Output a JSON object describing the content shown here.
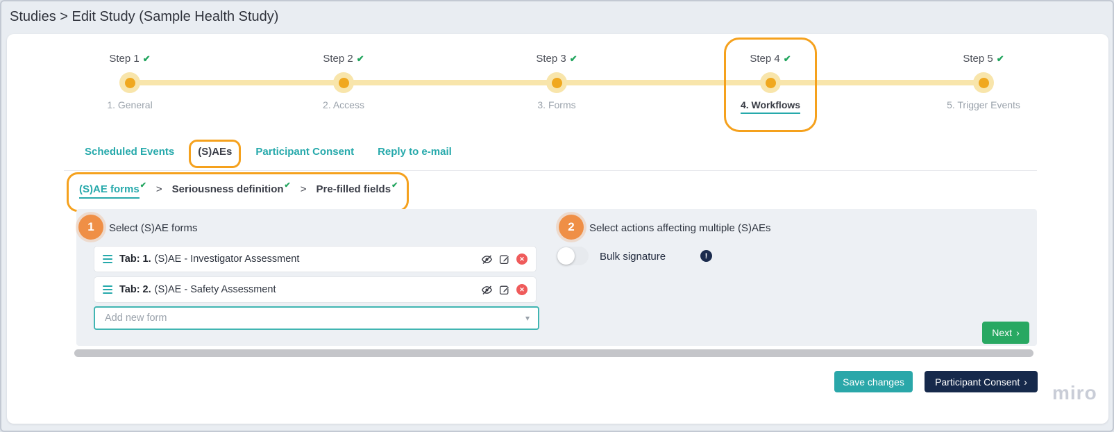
{
  "breadcrumb": {
    "text": "Studies > Edit Study (Sample Health Study)"
  },
  "stepper": {
    "steps": [
      {
        "label": "Step 1",
        "sublabel": "1. General"
      },
      {
        "label": "Step 2",
        "sublabel": "2. Access"
      },
      {
        "label": "Step 3",
        "sublabel": "3. Forms"
      },
      {
        "label": "Step 4",
        "sublabel": "4. Workflows"
      },
      {
        "label": "Step 5",
        "sublabel": "5. Trigger Events"
      }
    ],
    "active_step": "4. Workflows"
  },
  "tabs": {
    "items": [
      {
        "label": "Scheduled Events"
      },
      {
        "label": "(S)AEs"
      },
      {
        "label": "Participant Consent"
      },
      {
        "label": "Reply to e-mail"
      }
    ],
    "active": "(S)AEs"
  },
  "subnav": {
    "items": [
      {
        "label": "(S)AE forms"
      },
      {
        "label": "Seriousness definition"
      },
      {
        "label": "Pre-filled fields"
      }
    ],
    "active": "(S)AE forms"
  },
  "forms_section": {
    "badge": "1",
    "title": "Select (S)AE forms",
    "rows": [
      {
        "prefix": "Tab: 1.",
        "name": "(S)AE - Investigator Assessment"
      },
      {
        "prefix": "Tab: 2.",
        "name": "(S)AE - Safety Assessment"
      }
    ],
    "add_form_placeholder": "Add new form"
  },
  "actions_section": {
    "badge": "2",
    "title": "Select actions affecting multiple (S)AEs",
    "toggle_label": "Bulk signature",
    "toggle_state": "off"
  },
  "buttons": {
    "next": "Next",
    "save_changes": "Save changes",
    "participant_consent": "Participant Consent"
  },
  "watermark": "miro",
  "icons": {
    "check": "✔",
    "chevron_right": "›",
    "subnav_separator": ">",
    "caret_down": "▾",
    "info": "!",
    "close": "✕"
  },
  "colors": {
    "teal": "#26a9ab",
    "orange_annotation": "#f5a11d",
    "badge_orange": "#ef8f46",
    "amber_dot": "#f0a81f",
    "amber_track": "#f8e5ab",
    "green_next": "#28a862",
    "green_check": "#1fa45c",
    "red_delete": "#ef5b5b",
    "navy_button": "#16294b",
    "save_teal": "#2aa7a9"
  }
}
